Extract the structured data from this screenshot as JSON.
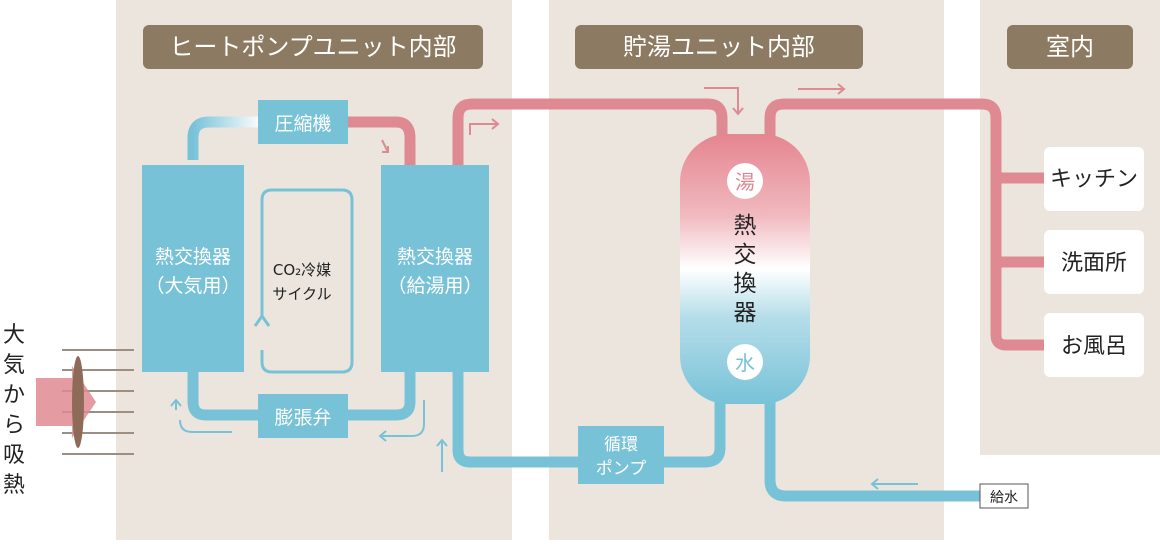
{
  "sections": {
    "heat_pump_unit": "ヒートポンプユニット内部",
    "tank_unit": "貯湯ユニット内部",
    "indoor": "室内"
  },
  "components": {
    "compressor": "圧縮機",
    "expansion_valve": "膨張弁",
    "circulation_pump_line1": "循環",
    "circulation_pump_line2": "ポンプ",
    "air_hx_line1": "熱交換器",
    "air_hx_line2": "（大気用）",
    "water_hx_line1": "熱交換器",
    "water_hx_line2": "（給湯用）",
    "co2_line1": "CO₂冷媒",
    "co2_line2": "サイクル",
    "tank_hot": "湯",
    "tank_water": "水",
    "tank_label_chars": [
      "熱",
      "交",
      "換",
      "器"
    ],
    "water_supply": "給水"
  },
  "outlets": [
    "キッチン",
    "洗面所",
    "お風呂"
  ],
  "side_label_chars": [
    "大",
    "気",
    "か",
    "ら",
    "吸",
    "熱"
  ],
  "colors": {
    "panel_bg": "#ebe5dd",
    "header_bg": "#8c7b62",
    "cold": "#78c2d8",
    "hot": "#df8a92",
    "dark_text": "#222222"
  }
}
